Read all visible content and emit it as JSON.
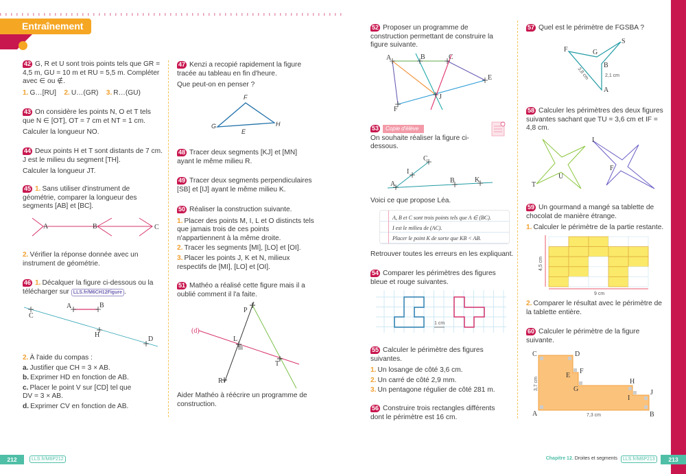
{
  "header": {
    "section_title": "Entraînement"
  },
  "ex42": {
    "num": "42",
    "text": "G, R et U sont trois points tels que GR = 4,5 m, GU = 10 m et RU = 5,5 m. Compléter avec ∈ ou ∉.",
    "items": [
      {
        "n": "1.",
        "t": "G…[RU]"
      },
      {
        "n": "2.",
        "t": "U…(GR)"
      },
      {
        "n": "3.",
        "t": "R…(GU)"
      }
    ]
  },
  "ex43": {
    "num": "43",
    "text": "On considère les points N, O et T tels que N ∈ [OT], OT = 7 cm et NT = 1 cm.",
    "q": "Calculer la longueur NO."
  },
  "ex44": {
    "num": "44",
    "text": "Deux points H et T sont distants de 7 cm. J est le milieu du segment [TH].",
    "q": "Calculer la longueur JT."
  },
  "ex45": {
    "num": "45",
    "n1": "1.",
    "t1": "Sans utiliser d'instrument de géométrie, comparer la longueur des segments [AB] et [BC].",
    "n2": "2.",
    "t2": "Vérifier la réponse donnée avec un instrument de géométrie.",
    "labels": {
      "A": "A",
      "B": "B",
      "C": "C"
    }
  },
  "ex46": {
    "num": "46",
    "n1": "1.",
    "t1": "Décalquer la figure ci-dessous ou la télécharger sur",
    "link": "LLS.fr/M6CH12Figure",
    "n2": "2.",
    "t2": "À l'aide du compas :",
    "items": [
      {
        "n": "a.",
        "t": "Justifier que CH = 3 × AB."
      },
      {
        "n": "b.",
        "t": "Exprimer HD en fonction de AB."
      },
      {
        "n": "c.",
        "t": "Placer le point V sur [CD] tel que DV = 3 × AB."
      },
      {
        "n": "d.",
        "t": "Exprimer CV en fonction de AB."
      }
    ],
    "labels": {
      "A": "A",
      "B": "B",
      "C": "C",
      "H": "H",
      "D": "D"
    }
  },
  "ex47": {
    "num": "47",
    "text": "Kenzi a recopié rapidement la figure tracée au tableau en fin d'heure.",
    "q": "Que peut-on en penser ?",
    "labels": {
      "F": "F",
      "G": "G",
      "H": "H",
      "E": "E"
    }
  },
  "ex48": {
    "num": "48",
    "text": "Tracer deux segments [KJ] et [MN] ayant le même milieu R."
  },
  "ex49": {
    "num": "49",
    "text": "Tracer deux segments perpendiculaires [SB] et [IJ] ayant le même milieu K."
  },
  "ex50": {
    "num": "50",
    "text": "Réaliser la construction suivante.",
    "items": [
      {
        "n": "1.",
        "t": "Placer des points M, I, L et O distincts tels que jamais trois de ces points n'appartiennent à la même droite."
      },
      {
        "n": "2.",
        "t": "Tracer les segments [MI], [LO] et [OI]."
      },
      {
        "n": "3.",
        "t": "Placer les points J, K et N, milieux respectifs de [MI], [LO] et [OI]."
      }
    ]
  },
  "ex51": {
    "num": "51",
    "text": "Mathéo a réalisé cette figure mais il a oublié comment il l'a faite.",
    "q": "Aider Mathéo à réécrire un programme de construction.",
    "labels": {
      "d": "(d)",
      "P": "P",
      "L": "L",
      "T": "T",
      "R": "R"
    }
  },
  "ex52": {
    "num": "52",
    "text": "Proposer un programme de construction permettant de construire la figure suivante.",
    "labels": {
      "A": "A",
      "B": "B",
      "C": "C",
      "E": "E",
      "J": "J",
      "F": "F"
    }
  },
  "ex53": {
    "num": "53",
    "tag": "Copie d'élève",
    "text": "On souhaite réaliser la figure ci-dessous.",
    "intro": "Voici ce que propose Léa.",
    "lines": [
      "A, B et C sont trois points tels que A ∈ (BC).",
      "I est le milieu de (AC).",
      "Placer le point K de sorte que KB < AB."
    ],
    "q": "Retrouver toutes les erreurs en les expliquant.",
    "labels": {
      "A": "A",
      "I": "I",
      "C": "C",
      "B": "B",
      "K": "K"
    }
  },
  "ex54": {
    "num": "54",
    "text": "Comparer les périmètres des figures bleue et rouge suivantes.",
    "scale": "1 cm",
    "colors": {
      "blue": "#2a7fb0",
      "red": "#d6336c"
    }
  },
  "ex55": {
    "num": "55",
    "text": "Calculer le périmètre des figures suivantes.",
    "items": [
      {
        "n": "1.",
        "t": "Un losange de côté 3,6 cm."
      },
      {
        "n": "2.",
        "t": "Un carré de côté 2,9 mm."
      },
      {
        "n": "3.",
        "t": "Un pentagone régulier de côté 281 m."
      }
    ]
  },
  "ex56": {
    "num": "56",
    "text": "Construire trois rectangles différents dont le périmètre est 16 cm."
  },
  "ex57": {
    "num": "57",
    "text": "Quel est le périmètre de FGSBA ?",
    "labels": {
      "F": "F",
      "G": "G",
      "S": "S",
      "B": "B",
      "A": "A",
      "fa": "3,8 cm",
      "ba": "2,1 cm"
    }
  },
  "ex58": {
    "num": "58",
    "text": "Calculer les périmètres des deux figures suivantes sachant que TU = 3,6 cm et IF = 4,8 cm.",
    "labels": {
      "T": "T",
      "U": "U",
      "I": "I",
      "F": "F"
    }
  },
  "ex59": {
    "num": "59",
    "text": "Un gourmand a mangé sa tablette de chocolat de manière étrange.",
    "n1": "1.",
    "t1": "Calculer le périmètre de la partie restante.",
    "n2": "2.",
    "t2": "Comparer le résultat avec le périmètre de la tablette entière.",
    "height_label": "4,5 cm",
    "width_label": "9 cm"
  },
  "ex60": {
    "num": "60",
    "text": "Calculer le périmètre de la figure suivante.",
    "labels": {
      "A": "A",
      "B": "B",
      "C": "C",
      "D": "D",
      "E": "E",
      "F": "F",
      "G": "G",
      "H": "H",
      "I": "I",
      "J": "J",
      "height": "3,7 cm",
      "width": "7,3 cm"
    }
  },
  "footer": {
    "left_page": "212",
    "left_link": "LLS.fr/M6P212",
    "chapter": "Chapitre 12.",
    "chapter_title": "Droites et segments",
    "right_link": "LLS.fr/M6P213",
    "right_page": "213"
  },
  "colors": {
    "magenta": "#c8174f",
    "orange": "#f5a623",
    "teal": "#4fbfa7"
  }
}
